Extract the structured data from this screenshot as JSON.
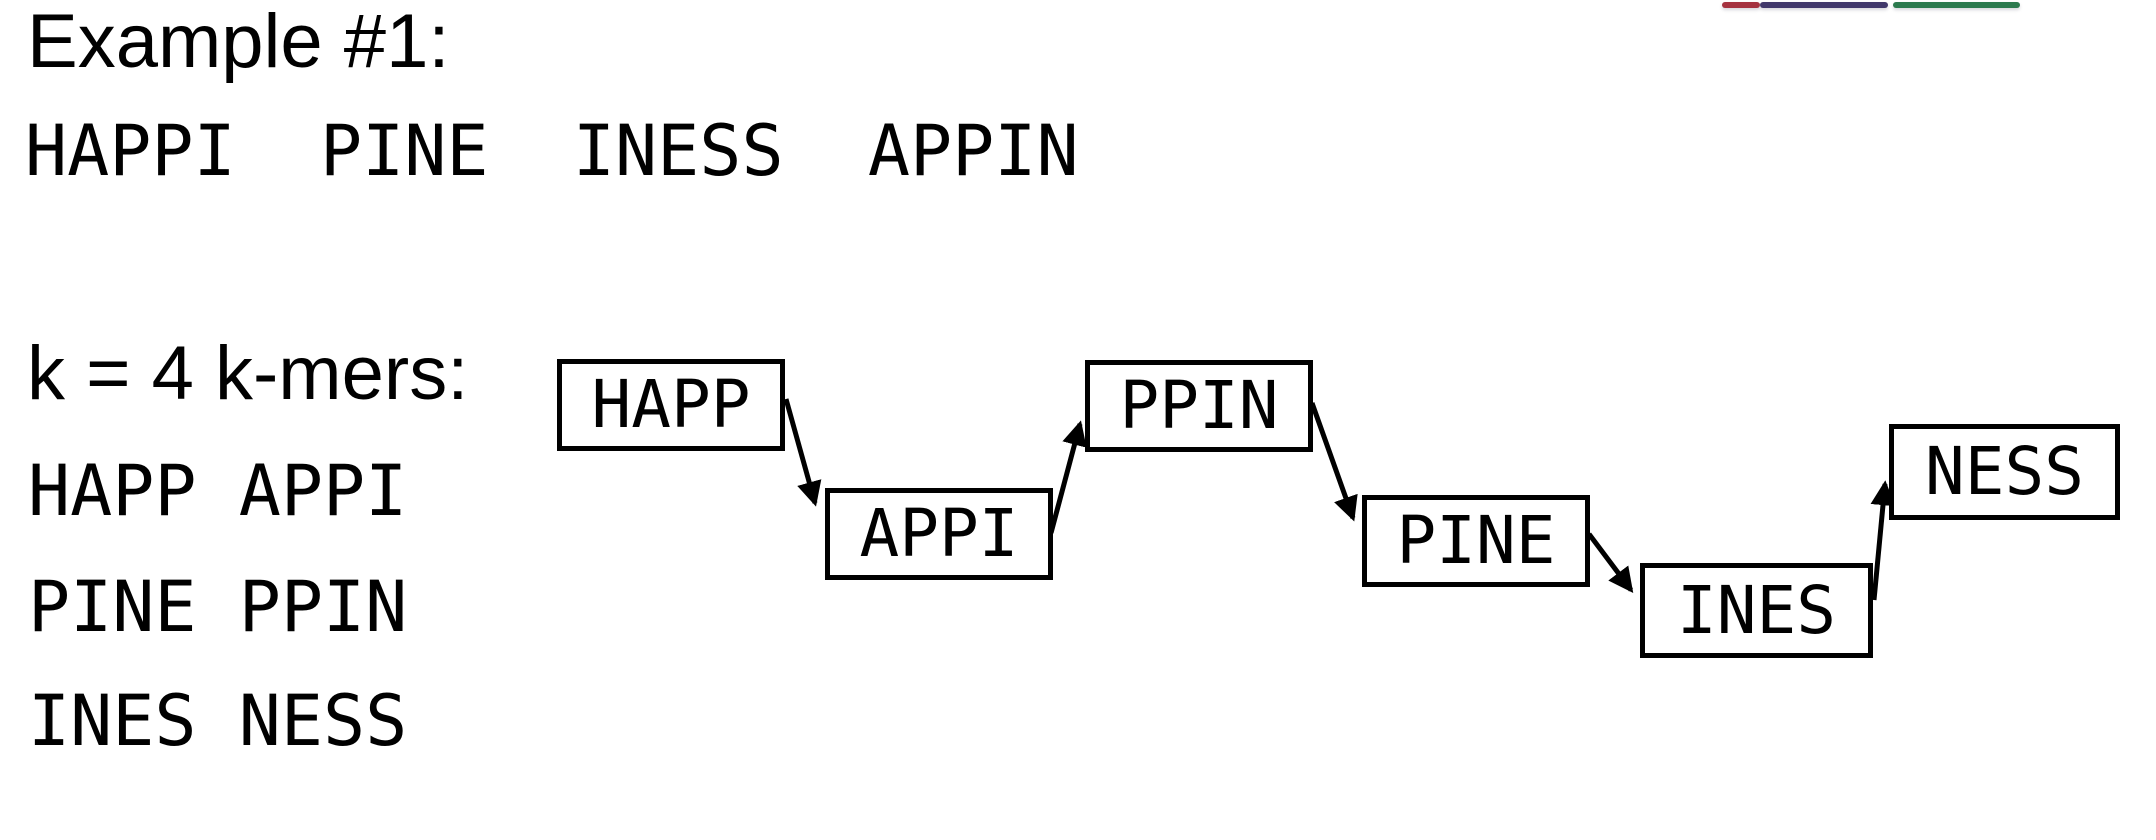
{
  "slide": {
    "title": "Example #1:",
    "sequence_reads": "HAPPI  PINE  INESS  APPIN",
    "kmer_header": "k = 4 k-mers:",
    "kmer_rows": [
      "HAPP APPI",
      "PINE PPIN",
      "INES NESS"
    ]
  },
  "diagram": {
    "nodes": [
      {
        "label": "HAPP"
      },
      {
        "label": "APPI"
      },
      {
        "label": "PPIN"
      },
      {
        "label": "PINE"
      },
      {
        "label": "INES"
      },
      {
        "label": "NESS"
      }
    ],
    "edges": [
      {
        "from": "HAPP",
        "to": "APPI"
      },
      {
        "from": "APPI",
        "to": "PPIN"
      },
      {
        "from": "PPIN",
        "to": "PINE"
      },
      {
        "from": "PINE",
        "to": "INES"
      },
      {
        "from": "INES",
        "to": "NESS"
      }
    ]
  },
  "decoration": {
    "strip_segment_colors": [
      "#a5323f",
      "#41386b",
      "#2c7a4e"
    ]
  }
}
